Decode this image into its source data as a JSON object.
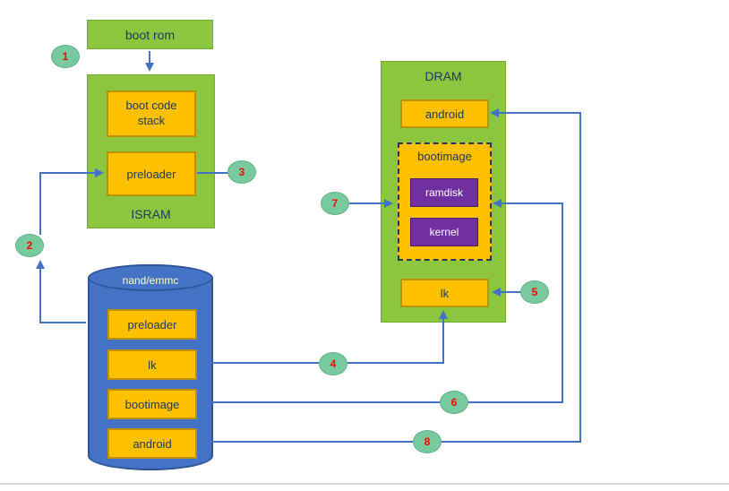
{
  "boot_rom_label": "boot rom",
  "isram": {
    "title": "ISRAM",
    "boot_code": "boot code stack",
    "preloader": "preloader"
  },
  "nand": {
    "title": "nand/emmc",
    "items": [
      "preloader",
      "lk",
      "bootimage",
      "android"
    ]
  },
  "dram": {
    "title": "DRAM",
    "android": "android",
    "bootimage_title": "bootimage",
    "ramdisk": "ramdisk",
    "kernel": "kernel",
    "lk": "lk"
  },
  "steps": [
    "1",
    "2",
    "3",
    "4",
    "5",
    "6",
    "7",
    "8"
  ],
  "colors": {
    "region_green": "#8cc63e",
    "block_orange": "#ffc000",
    "block_purple": "#7030a0",
    "storage_blue": "#4472c4",
    "connector_blue": "#4472c4",
    "step_badge_green": "#79c99e",
    "step_number_red": "#ff0000",
    "label_navy": "#1f3864",
    "storage_label_yellow": "#ffffcc"
  }
}
